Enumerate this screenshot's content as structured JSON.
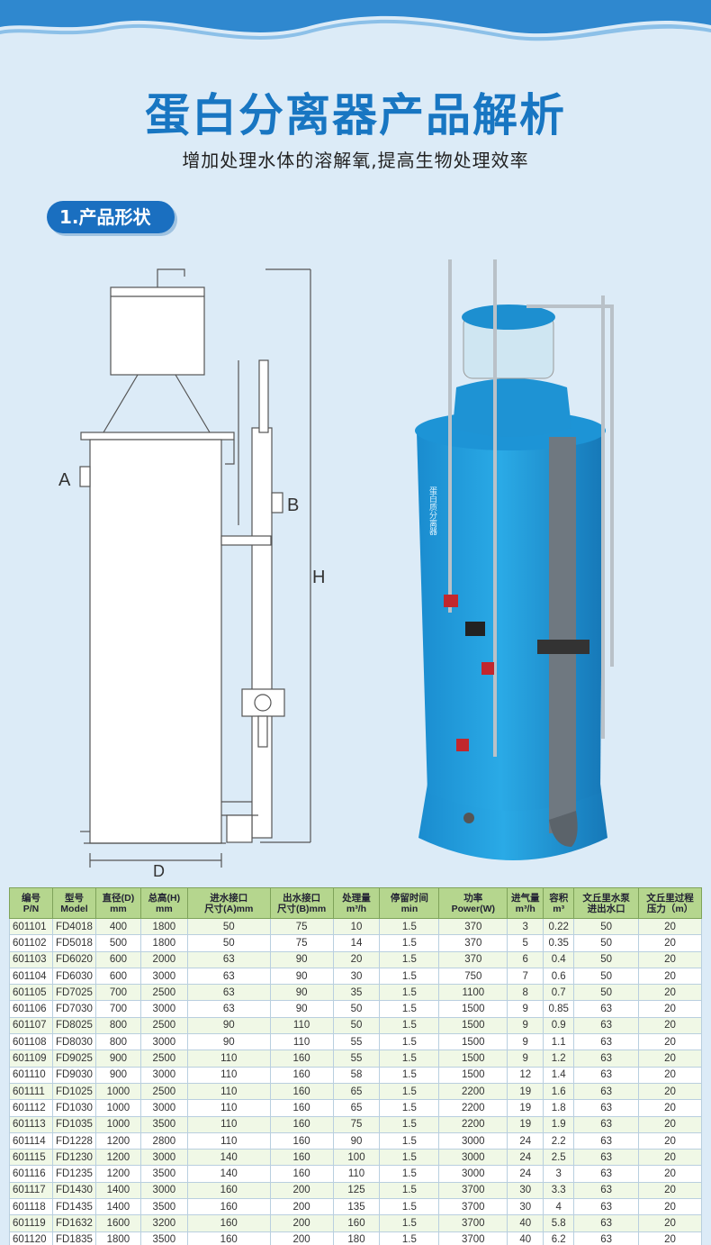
{
  "header": {
    "title": "蛋白分离器产品解析",
    "subtitle": "增加处理水体的溶解氧,提高生物处理效率"
  },
  "section": {
    "label": "1.产品形状"
  },
  "drawing": {
    "label_a": "A",
    "label_b": "B",
    "label_h": "H",
    "label_d": "D"
  },
  "photo": {
    "vertical_text": "蛋白质分离器"
  },
  "colors": {
    "accent": "#1a6fc0",
    "tank_blue": "#1ea0d8",
    "table_header": "#b5d68e"
  },
  "table": {
    "headers": [
      [
        "编号",
        "P/N"
      ],
      [
        "型号",
        "Model"
      ],
      [
        "直径(D)",
        "mm"
      ],
      [
        "总高(H)",
        "mm"
      ],
      [
        "进水接口",
        "尺寸(A)mm"
      ],
      [
        "出水接口",
        "尺寸(B)mm"
      ],
      [
        "处理量",
        "m³/h"
      ],
      [
        "停留时间",
        "min"
      ],
      [
        "功率",
        "Power(W)"
      ],
      [
        "进气量",
        "m³/h"
      ],
      [
        "容积",
        "m³"
      ],
      [
        "文丘里水泵",
        "进出水口"
      ],
      [
        "文丘里过程",
        "压力（m）"
      ]
    ],
    "rows": [
      [
        "601101",
        "FD4018",
        "400",
        "1800",
        "50",
        "75",
        "10",
        "1.5",
        "370",
        "3",
        "0.22",
        "50",
        "20"
      ],
      [
        "601102",
        "FD5018",
        "500",
        "1800",
        "50",
        "75",
        "14",
        "1.5",
        "370",
        "5",
        "0.35",
        "50",
        "20"
      ],
      [
        "601103",
        "FD6020",
        "600",
        "2000",
        "63",
        "90",
        "20",
        "1.5",
        "370",
        "6",
        "0.4",
        "50",
        "20"
      ],
      [
        "601104",
        "FD6030",
        "600",
        "3000",
        "63",
        "90",
        "30",
        "1.5",
        "750",
        "7",
        "0.6",
        "50",
        "20"
      ],
      [
        "601105",
        "FD7025",
        "700",
        "2500",
        "63",
        "90",
        "35",
        "1.5",
        "1100",
        "8",
        "0.7",
        "50",
        "20"
      ],
      [
        "601106",
        "FD7030",
        "700",
        "3000",
        "63",
        "90",
        "50",
        "1.5",
        "1500",
        "9",
        "0.85",
        "63",
        "20"
      ],
      [
        "601107",
        "FD8025",
        "800",
        "2500",
        "90",
        "110",
        "50",
        "1.5",
        "1500",
        "9",
        "0.9",
        "63",
        "20"
      ],
      [
        "601108",
        "FD8030",
        "800",
        "3000",
        "90",
        "110",
        "55",
        "1.5",
        "1500",
        "9",
        "1.1",
        "63",
        "20"
      ],
      [
        "601109",
        "FD9025",
        "900",
        "2500",
        "110",
        "160",
        "55",
        "1.5",
        "1500",
        "9",
        "1.2",
        "63",
        "20"
      ],
      [
        "601110",
        "FD9030",
        "900",
        "3000",
        "110",
        "160",
        "58",
        "1.5",
        "1500",
        "12",
        "1.4",
        "63",
        "20"
      ],
      [
        "601111",
        "FD1025",
        "1000",
        "2500",
        "110",
        "160",
        "65",
        "1.5",
        "2200",
        "19",
        "1.6",
        "63",
        "20"
      ],
      [
        "601112",
        "FD1030",
        "1000",
        "3000",
        "110",
        "160",
        "65",
        "1.5",
        "2200",
        "19",
        "1.8",
        "63",
        "20"
      ],
      [
        "601113",
        "FD1035",
        "1000",
        "3500",
        "110",
        "160",
        "75",
        "1.5",
        "2200",
        "19",
        "1.9",
        "63",
        "20"
      ],
      [
        "601114",
        "FD1228",
        "1200",
        "2800",
        "110",
        "160",
        "90",
        "1.5",
        "3000",
        "24",
        "2.2",
        "63",
        "20"
      ],
      [
        "601115",
        "FD1230",
        "1200",
        "3000",
        "140",
        "160",
        "100",
        "1.5",
        "3000",
        "24",
        "2.5",
        "63",
        "20"
      ],
      [
        "601116",
        "FD1235",
        "1200",
        "3500",
        "140",
        "160",
        "110",
        "1.5",
        "3000",
        "24",
        "3",
        "63",
        "20"
      ],
      [
        "601117",
        "FD1430",
        "1400",
        "3000",
        "160",
        "200",
        "125",
        "1.5",
        "3700",
        "30",
        "3.3",
        "63",
        "20"
      ],
      [
        "601118",
        "FD1435",
        "1400",
        "3500",
        "160",
        "200",
        "135",
        "1.5",
        "3700",
        "30",
        "4",
        "63",
        "20"
      ],
      [
        "601119",
        "FD1632",
        "1600",
        "3200",
        "160",
        "200",
        "160",
        "1.5",
        "3700",
        "40",
        "5.8",
        "63",
        "20"
      ],
      [
        "601120",
        "FD1835",
        "1800",
        "3500",
        "160",
        "200",
        "180",
        "1.5",
        "3700",
        "40",
        "6.2",
        "63",
        "20"
      ]
    ]
  }
}
